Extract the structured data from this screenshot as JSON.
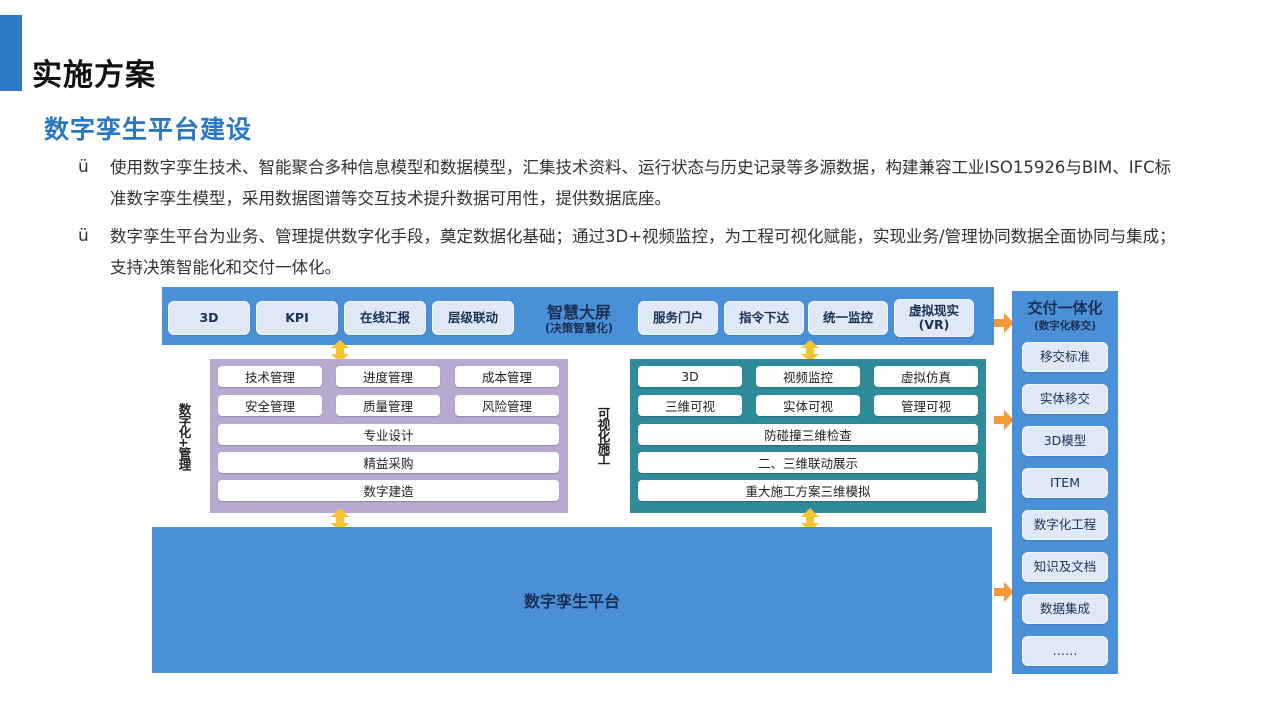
{
  "header": {
    "page_title": "实施方案",
    "section_title": "数字孪生平台建设"
  },
  "bullets": [
    {
      "marker": "ü",
      "text": "使用数字孪生技术、智能聚合多种信息模型和数据模型，汇集技术资料、运行状态与历史记录等多源数据，构建兼容工业ISO15926与BIM、IFC标准数字孪生模型，采用数据图谱等交互技术提升数据可用性，提供数据底座。"
    },
    {
      "marker": "ü",
      "text": "数字孪生平台为业务、管理提供数字化手段，奠定数据化基础；通过3D+视频监控，为工程可视化赋能，实现业务/管理协同数据全面协同与集成；支持决策智能化和交付一体化。"
    }
  ],
  "diagram": {
    "top_band": {
      "left_items": [
        "3D",
        "KPI",
        "在线汇报",
        "层级联动"
      ],
      "center_title": "智慧大屏",
      "center_subtitle": "(决策智慧化)",
      "right_items": [
        "服务门户",
        "指令下达",
        "统一监控",
        "虚拟现实\n(VR)"
      ]
    },
    "left_panel": {
      "side_label": "数字化+管理",
      "grid": [
        [
          "技术管理",
          "进度管理",
          "成本管理"
        ],
        [
          "安全管理",
          "质量管理",
          "风险管理"
        ]
      ],
      "rows": [
        "专业设计",
        "精益采购",
        "数字建造"
      ]
    },
    "right_panel": {
      "side_label": "可视化施工",
      "grid": [
        [
          "3D",
          "视频监控",
          "虚拟仿真"
        ],
        [
          "三维可视",
          "实体可视",
          "管理可视"
        ]
      ],
      "rows": [
        "防碰撞三维检查",
        "二、三维联动展示",
        "重大施工方案三维模拟"
      ]
    },
    "base_platform": "数字孪生平台",
    "delivery": {
      "title": "交付一体化",
      "subtitle": "(数字化移交)",
      "items": [
        "移交标准",
        "实体移交",
        "3D模型",
        "ITEM",
        "数字化工程",
        "知识及文档",
        "数据集成",
        "……"
      ]
    },
    "colors": {
      "blue": "#4a90d9",
      "pill": "#dfe9f6",
      "purple_panel": "#b7a9d0",
      "teal_panel": "#2f8b9a",
      "arrow_yellow": "#f7c52e",
      "arrow_orange": "#f39a3b"
    }
  }
}
